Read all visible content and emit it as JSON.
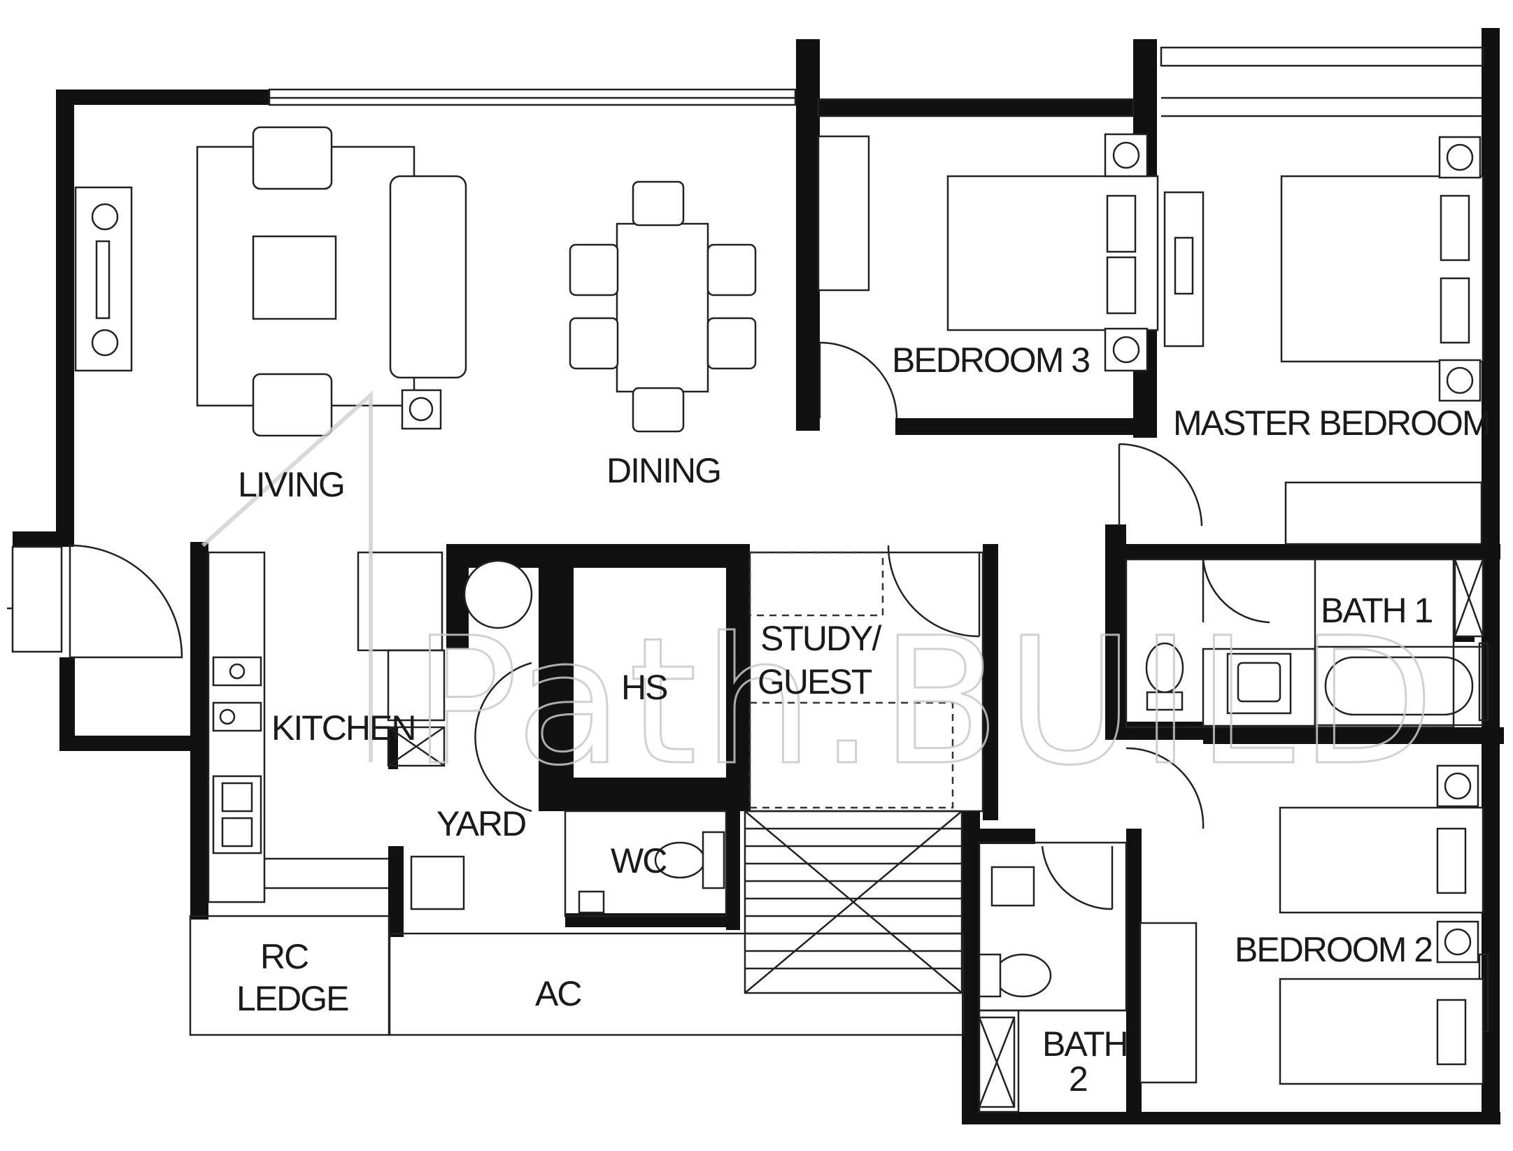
{
  "rooms": {
    "living": "LIVING",
    "dining": "DINING",
    "bedroom3": "BEDROOM 3",
    "master_bedroom": "MASTER BEDROOM",
    "kitchen": "KITCHEN",
    "hs": "HS",
    "study_line1": "STUDY/",
    "study_line2": "GUEST",
    "bath1": "BATH 1",
    "yard": "YARD",
    "wc": "WC",
    "bedroom2": "BEDROOM 2",
    "rc_line1": "RC",
    "rc_line2": "LEDGE",
    "ac": "AC",
    "bath2_line1": "BATH",
    "bath2_line2": "2"
  },
  "watermark": {
    "text": "Path.BUILD"
  }
}
